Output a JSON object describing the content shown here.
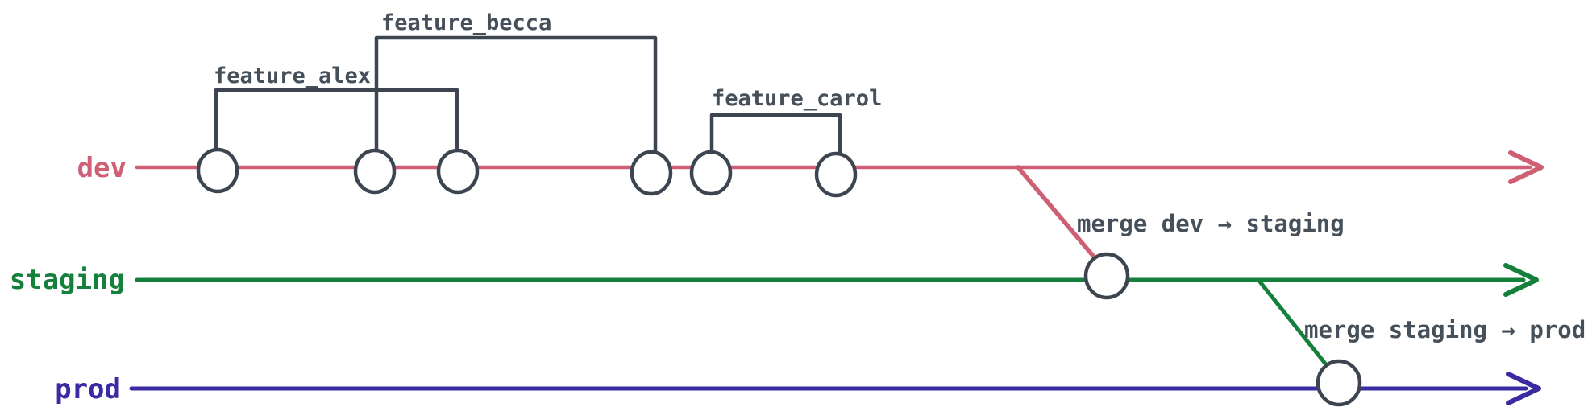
{
  "diagram": {
    "background": "#ffffff",
    "node_stroke": "#3d4650",
    "node_fill": "#ffffff",
    "label_color": "#46505a",
    "branches": [
      {
        "label": "dev",
        "color": "#ce5f74"
      },
      {
        "label": "staging",
        "color": "#15803b"
      },
      {
        "label": "prod",
        "color": "#3a2ba3"
      }
    ],
    "feature_branches": [
      {
        "label": "feature_alex"
      },
      {
        "label": "feature_becca"
      },
      {
        "label": "feature_carol"
      }
    ],
    "merges": [
      {
        "label": "merge dev → staging"
      },
      {
        "label": "merge staging → prod"
      }
    ]
  }
}
